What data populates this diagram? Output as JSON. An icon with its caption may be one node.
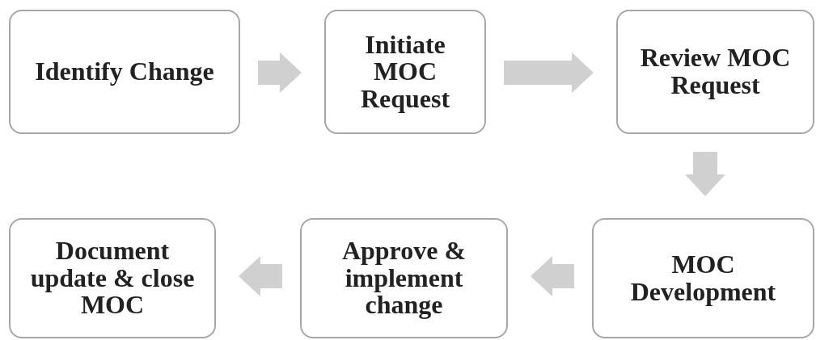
{
  "diagram": {
    "nodes": [
      {
        "text": [
          "Identify Change"
        ]
      },
      {
        "text": [
          "Initiate MOC Request"
        ]
      },
      {
        "text": [
          "Review MOC Request"
        ]
      },
      {
        "text": [
          "MOC Development"
        ]
      },
      {
        "text": [
          "Approve & implement change"
        ]
      },
      {
        "text": [
          "Document update & close MOC"
        ]
      }
    ],
    "edges": [
      {
        "from": 0,
        "to": 1,
        "arrow": "to"
      },
      {
        "from": 1,
        "to": 2,
        "arrow": "to"
      },
      {
        "from": 2,
        "to": 3,
        "arrow": "to"
      },
      {
        "from": 3,
        "to": 4,
        "arrow": "to"
      },
      {
        "from": 4,
        "to": 5,
        "arrow": "to"
      }
    ]
  }
}
